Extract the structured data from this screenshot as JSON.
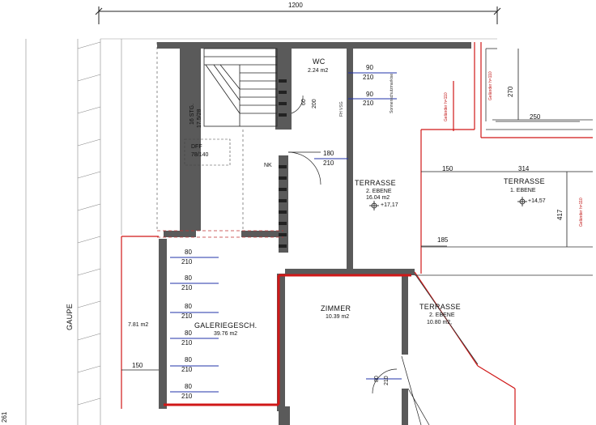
{
  "overall_dimension": "1200",
  "side_label": "GAUPE",
  "rooms": {
    "wc": {
      "name": "WC",
      "area": "2.24 m2"
    },
    "terrace_upper": {
      "name": "TERRASSE",
      "level": "2. EBENE",
      "area": "16.04 m2",
      "height": "+17,17"
    },
    "terrace_first": {
      "name": "TERRASSE",
      "level": "1. EBENE",
      "height": "+14,57"
    },
    "zimmer": {
      "name": "ZIMMER",
      "area": "10.39 m2"
    },
    "terrace_lower": {
      "name": "TERRASSE",
      "level": "2. EBENE",
      "area": "10.80 m2,"
    },
    "gallery": {
      "name": "GALERIEGESCH.",
      "area": "39.76 m2"
    },
    "side_area": "7.81 m2"
  },
  "door_marks": {
    "wc_a": [
      "90",
      "210"
    ],
    "wc_b": [
      "90",
      "210"
    ],
    "wc_small": [
      "60",
      "200"
    ],
    "corridor": [
      "180",
      "210"
    ],
    "gallery": [
      [
        "80",
        "210"
      ],
      [
        "80",
        "210"
      ],
      [
        "80",
        "210"
      ],
      [
        "80",
        "210"
      ],
      [
        "80",
        "210"
      ],
      [
        "80",
        "210"
      ]
    ],
    "zimmer": [
      "80",
      "210"
    ]
  },
  "dimensions": {
    "d270": "270",
    "d250": "250",
    "d150a": "150",
    "d314": "314",
    "d417": "417",
    "d185": "185",
    "d150b": "150",
    "d261": "261"
  },
  "annotations": {
    "stair": "16 STG.",
    "stair_ratio": "17.5/28",
    "dff": "DFF",
    "dff_size": "78/140",
    "nk": "NK",
    "sonnenschutz": "Sonnenschutzmarkise",
    "fh": "FH VSG",
    "gelaender": "Geländer h=110",
    "gelaender_b": "Geländer h=110",
    "gelaender_c": "Geländer h=110"
  },
  "colors": {
    "wall": "#555555",
    "red_line": "#d01818",
    "blue_mark": "#2233aa"
  }
}
